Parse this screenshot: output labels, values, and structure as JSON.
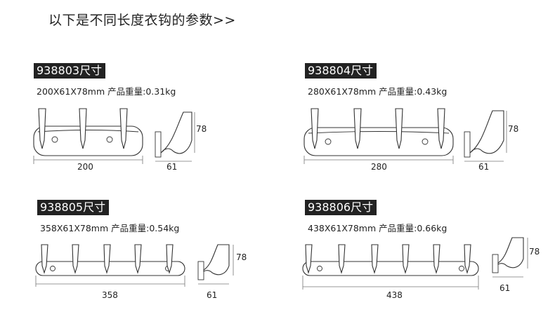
{
  "heading": "以下是不同长度衣钩的参数>>",
  "products": [
    {
      "model": "938803尺寸",
      "spec": "200X61X78mm 产品重量:0.31kg",
      "length_label": "200",
      "depth_label": "61",
      "height_label": "78",
      "hooks": 3
    },
    {
      "model": "938804尺寸",
      "spec": "280X61X78mm 产品重量:0.43kg",
      "length_label": "280",
      "depth_label": "61",
      "height_label": "78",
      "hooks": 4
    },
    {
      "model": "938805尺寸",
      "spec": "358X61X78mm 产品重量:0.54kg",
      "length_label": "358",
      "depth_label": "61",
      "height_label": "78",
      "hooks": 5
    },
    {
      "model": "938806尺寸",
      "spec": "438X61X78mm 产品重量:0.66kg",
      "length_label": "438",
      "depth_label": "61",
      "height_label": "78",
      "hooks": 6
    }
  ]
}
